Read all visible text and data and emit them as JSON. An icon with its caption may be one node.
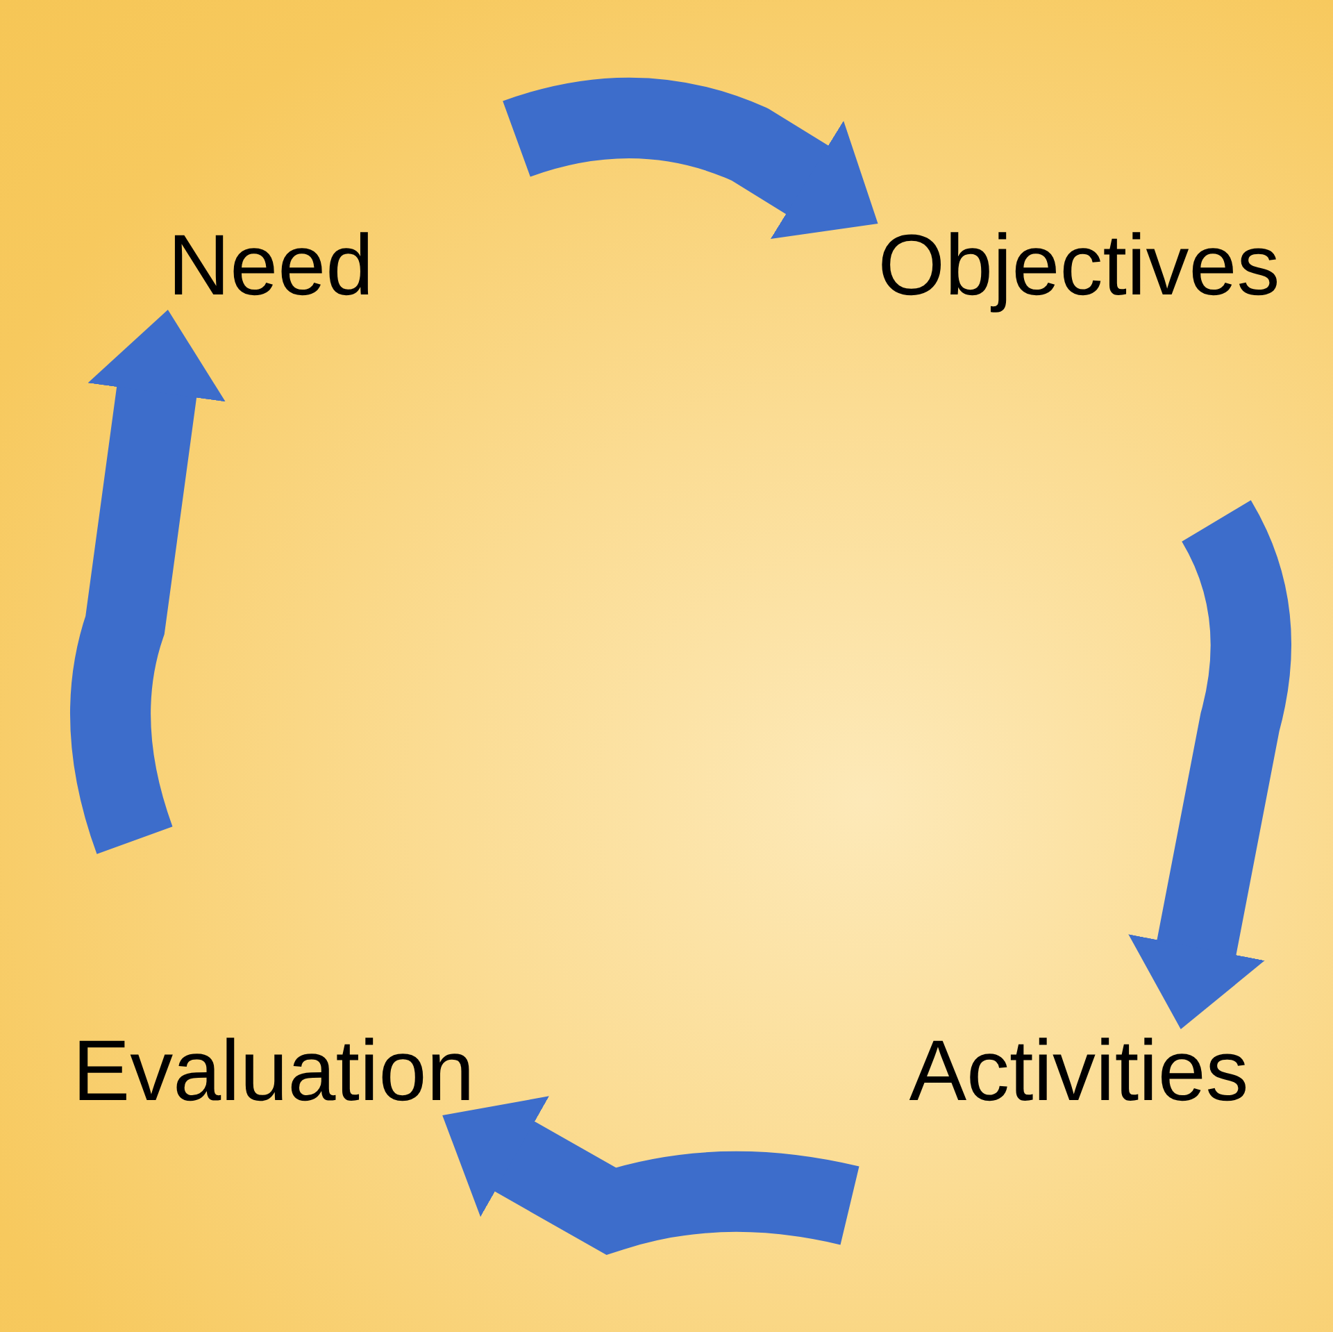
{
  "diagram": {
    "nodes": [
      {
        "text": [
          "Need"
        ]
      },
      {
        "text": [
          "Objectives"
        ]
      },
      {
        "text": [
          "Activities"
        ]
      },
      {
        "text": [
          "Evaluation"
        ]
      }
    ],
    "edges": [
      {
        "from": 0,
        "to": 1,
        "arrow": "to"
      },
      {
        "from": 1,
        "to": 2,
        "arrow": "to"
      },
      {
        "from": 2,
        "to": 3,
        "arrow": "to"
      },
      {
        "from": 3,
        "to": 0,
        "arrow": "to"
      }
    ]
  }
}
